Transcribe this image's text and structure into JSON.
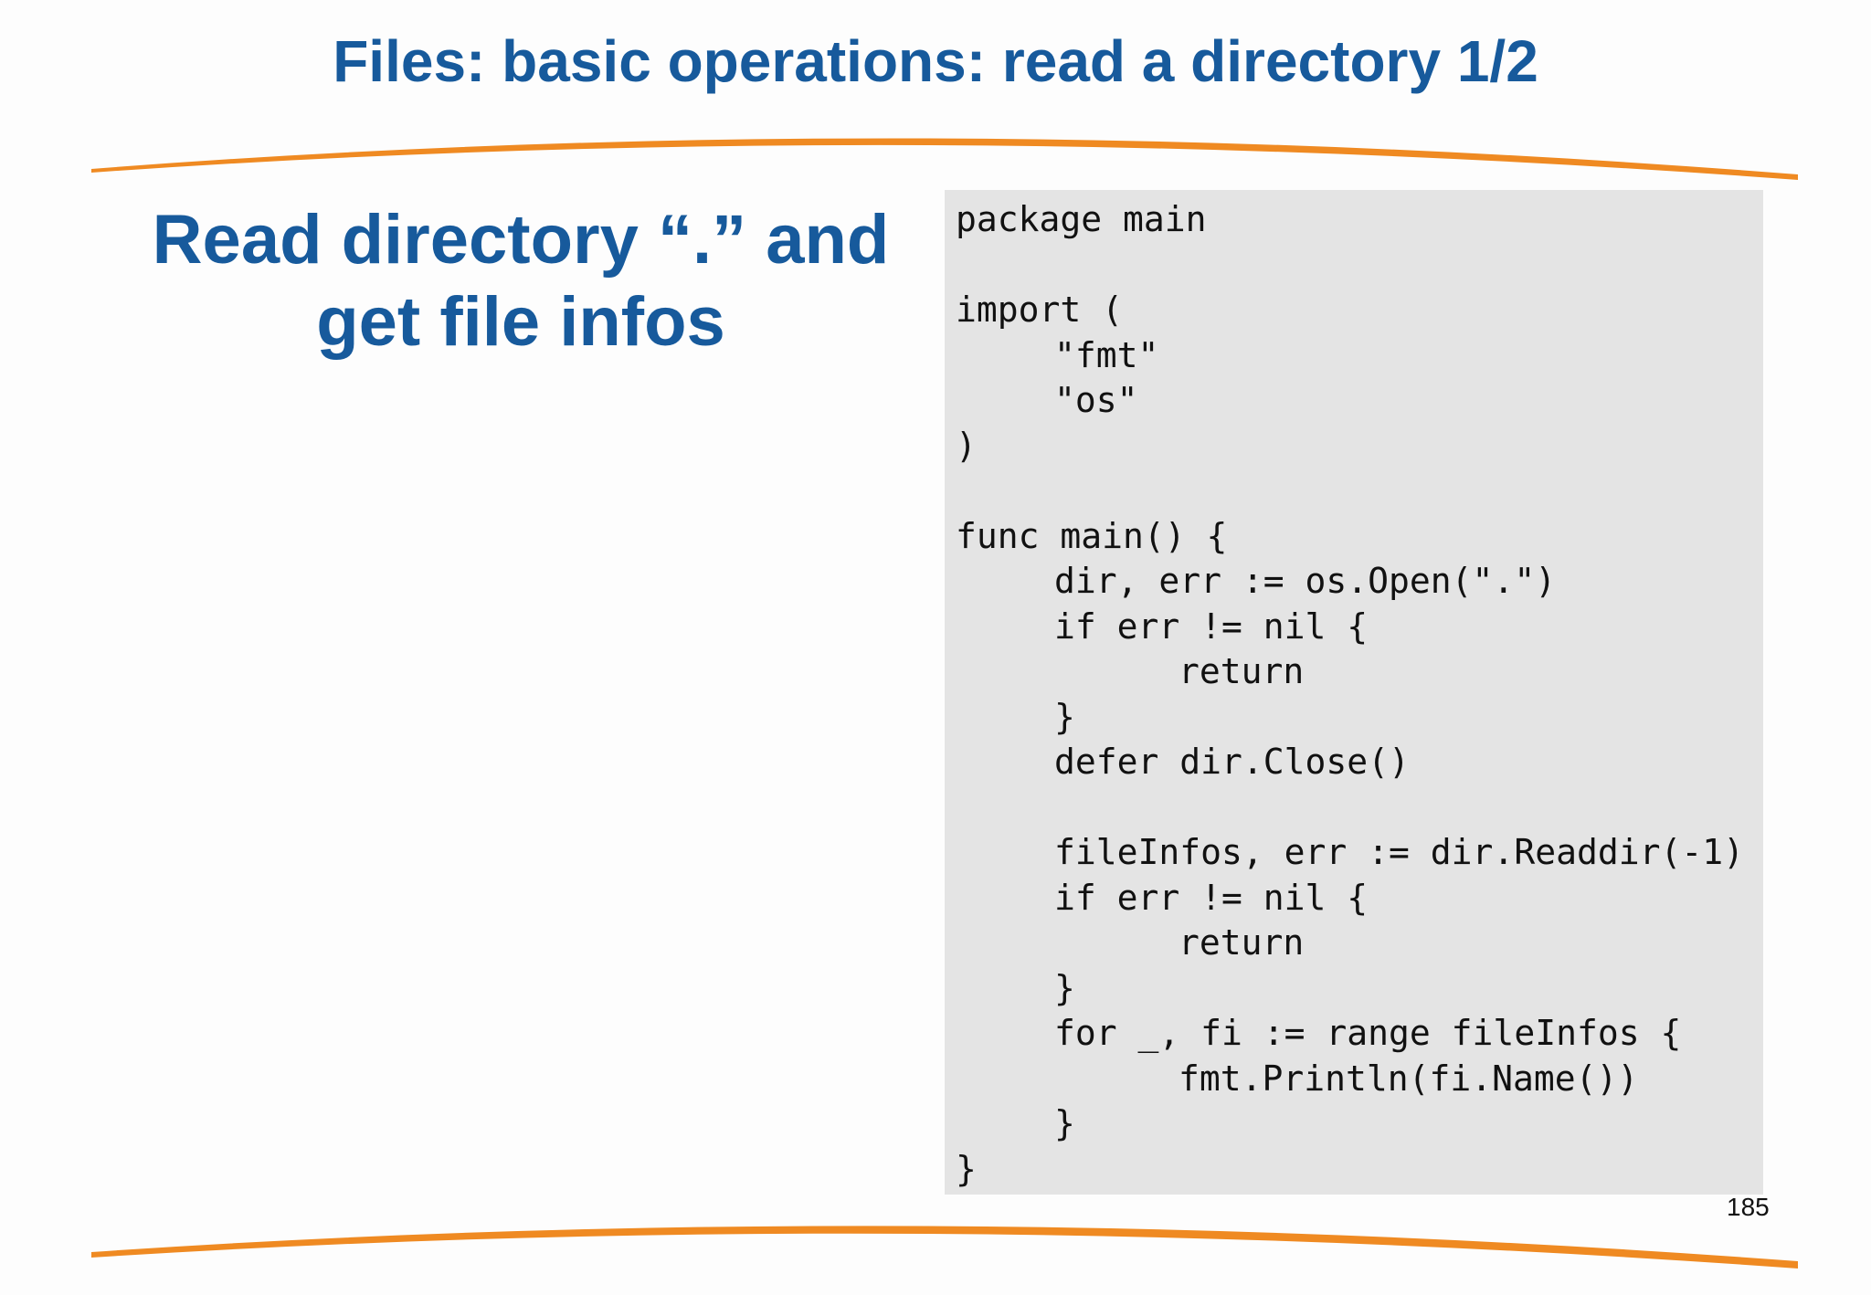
{
  "slide": {
    "title": "Files: basic operations: read a directory 1/2",
    "heading_lines": [
      "Read directory “.” and",
      "get file infos"
    ],
    "page_number": "185",
    "colors": {
      "title_blue": "#175a9c",
      "swoosh_orange": "#ef8a22",
      "code_bg": "#e4e4e4"
    }
  },
  "code": {
    "language": "go",
    "lines": [
      {
        "text": "package main",
        "indent": 0
      },
      {
        "text": "",
        "indent": 0
      },
      {
        "text": "import (",
        "indent": 0
      },
      {
        "text": "\"fmt\"",
        "indent": 1
      },
      {
        "text": "\"os\"",
        "indent": 1
      },
      {
        "text": ")",
        "indent": 0
      },
      {
        "text": "",
        "indent": 0
      },
      {
        "text": "func main() {",
        "indent": 0
      },
      {
        "text": "dir, err := os.Open(\".\")",
        "indent": 1
      },
      {
        "text": "if err != nil {",
        "indent": 1
      },
      {
        "text": "return",
        "indent": 2
      },
      {
        "text": "}",
        "indent": 1
      },
      {
        "text": "defer dir.Close()",
        "indent": 1
      },
      {
        "text": "",
        "indent": 0
      },
      {
        "text": "fileInfos, err := dir.Readdir(-1)",
        "indent": 1
      },
      {
        "text": "if err != nil {",
        "indent": 1
      },
      {
        "text": "return",
        "indent": 2
      },
      {
        "text": "}",
        "indent": 1
      },
      {
        "text": "for _, fi := range fileInfos {",
        "indent": 1
      },
      {
        "text": "fmt.Println(fi.Name())",
        "indent": 2
      },
      {
        "text": "}",
        "indent": 1
      },
      {
        "text": "}",
        "indent": 0
      }
    ]
  }
}
